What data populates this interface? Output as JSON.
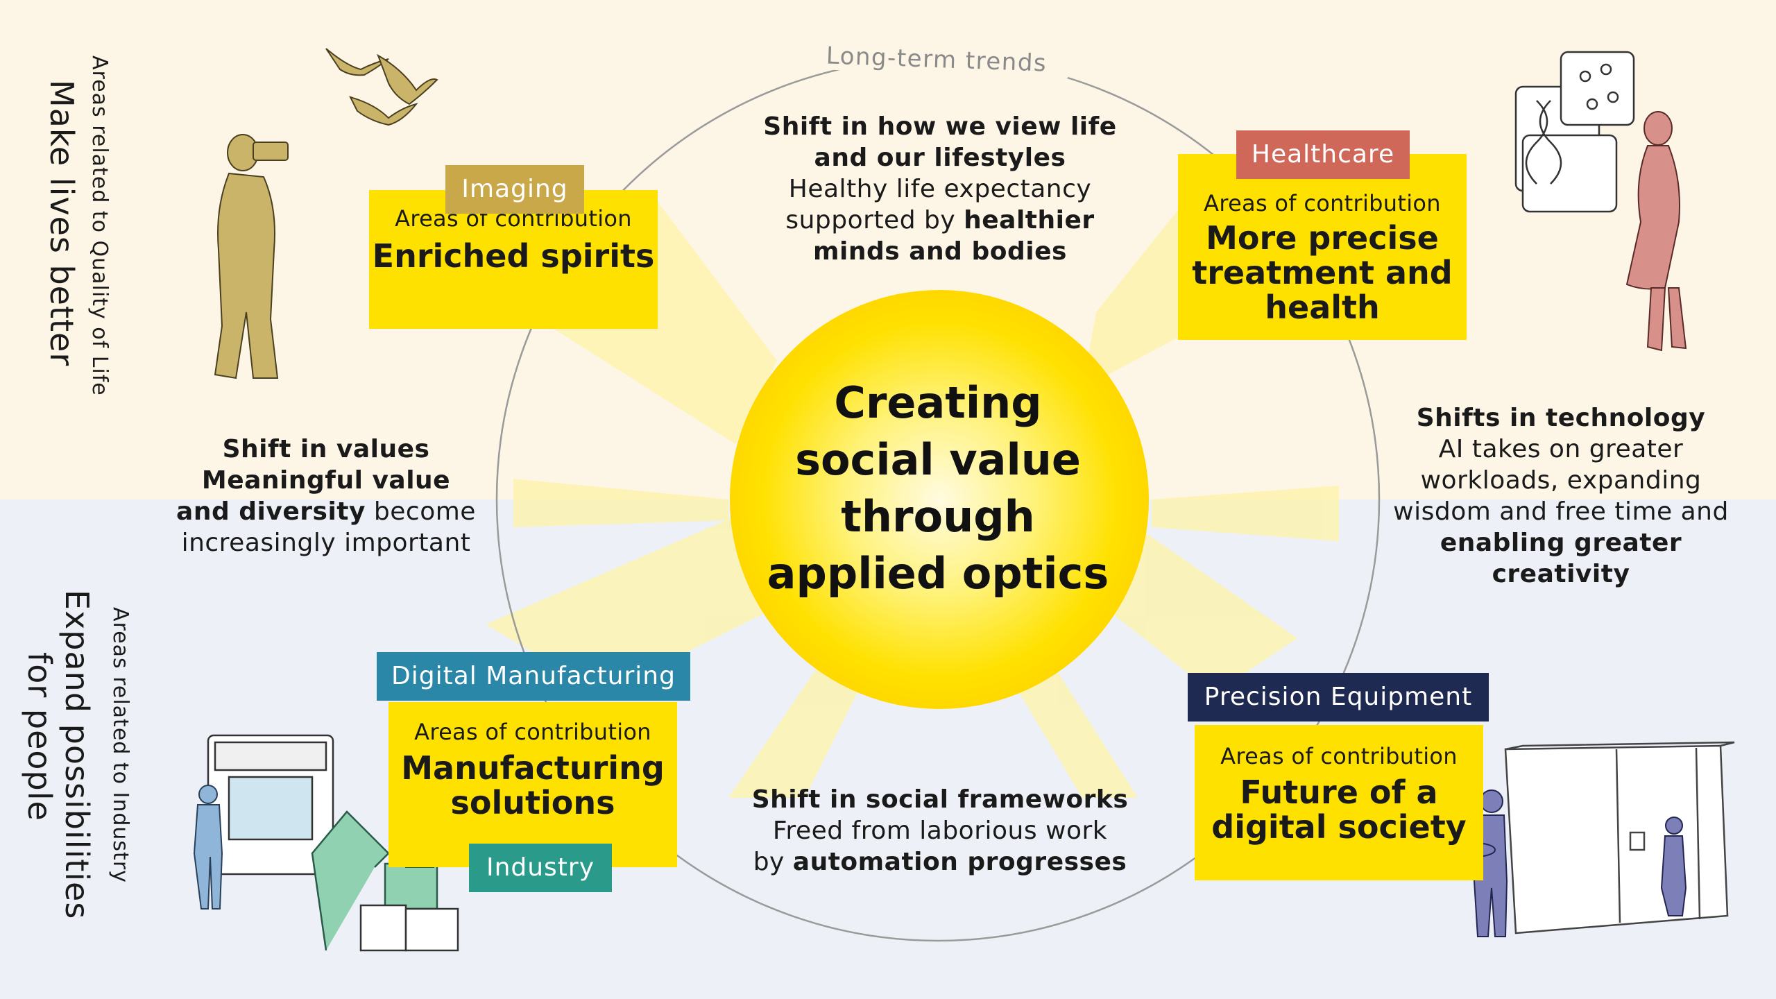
{
  "center": {
    "line1": "Creating",
    "line2": "social value",
    "line3": "through",
    "line4": "applied optics"
  },
  "arc_label": "Long-term trends",
  "side_labels": {
    "top_small": "Areas related to Quality of Life",
    "top_big": "Make lives better",
    "bottom_small": "Areas related to Industry",
    "bottom_big_line1": "Expand possibilities",
    "bottom_big_line2": "for people"
  },
  "trends": {
    "top": {
      "b1": "Shift in how we view life",
      "b2": "and our lifestyles",
      "t1": "Healthy life expectancy",
      "t2": "supported by ",
      "b3": "healthier",
      "b4": "minds and bodies"
    },
    "left": {
      "b1": "Shift in values",
      "b2": "Meaningful value",
      "b3": "and diversity",
      "t1": " become",
      "t2": "increasingly important"
    },
    "right": {
      "b1": "Shifts in technology",
      "t1": "AI takes on greater",
      "t2": "workloads, expanding",
      "t3": "wisdom and free time and",
      "b2": "enabling greater",
      "b3": "creativity"
    },
    "bottom": {
      "b1": "Shift in social frameworks",
      "t1": "Freed from laborious work",
      "t2": "by ",
      "b2": "automation progresses"
    }
  },
  "boxes": {
    "imaging": {
      "tag": "Imaging",
      "sub": "Areas of contribution",
      "main1": "Enriched spirits"
    },
    "healthcare": {
      "tag": "Healthcare",
      "sub": "Areas of contribution",
      "main1": "More precise",
      "main2": "treatment and",
      "main3": "health"
    },
    "digital": {
      "tag": "Digital Manufacturing",
      "sub": "Areas of contribution",
      "main1": "Manufacturing",
      "main2": "solutions",
      "tag2": "Industry"
    },
    "precision": {
      "tag": "Precision Equipment",
      "sub": "Areas of contribution",
      "main1": "Future of a",
      "main2": "digital society"
    }
  },
  "colors": {
    "yellow": "#ffe100",
    "imaging_tag": "#c9a84a",
    "healthcare_tag": "#d0685a",
    "digital_tag": "#2a87a8",
    "industry_tag": "#2a9b8a",
    "precision_tag": "#1f2a52",
    "top_bg": "#fdf6e6",
    "bottom_bg": "#edf1f7"
  },
  "illustrations": [
    "photographer",
    "birds",
    "scientist",
    "dna-panel",
    "molecule-panel",
    "factory-robot",
    "workers",
    "clean-room-machine",
    "technicians"
  ]
}
